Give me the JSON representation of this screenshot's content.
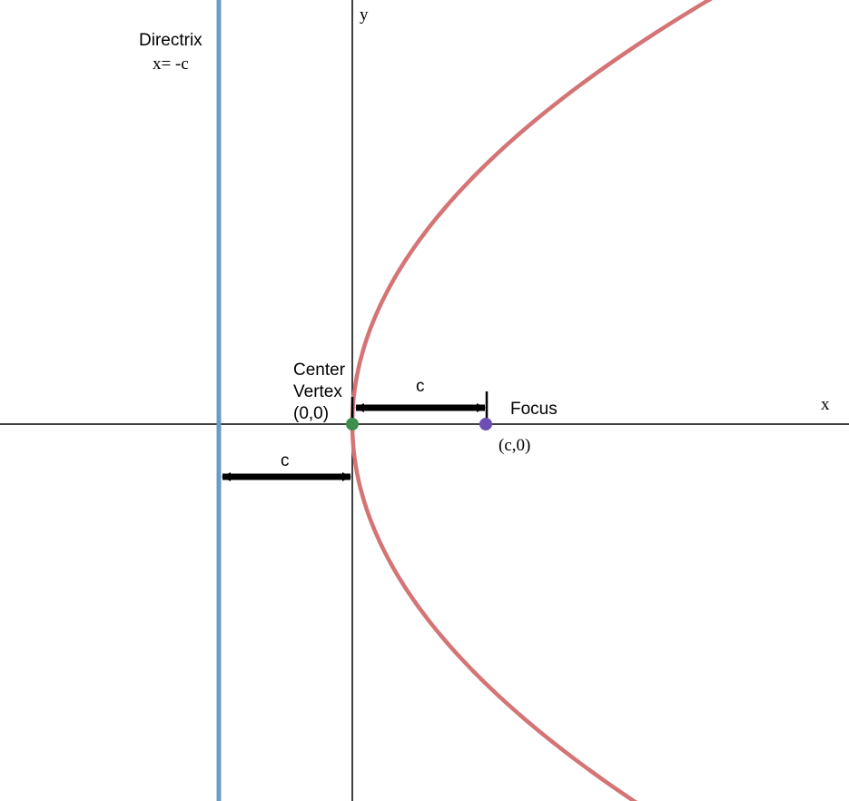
{
  "labels": {
    "y_axis": "y",
    "x_axis": "x",
    "directrix_title": "Directrix",
    "directrix_equation": "x= -c",
    "center": "Center",
    "vertex": "Vertex",
    "vertex_coords": "(0,0)",
    "focus": "Focus",
    "focus_coords": "(c,0)",
    "distance_vertex_focus": "c",
    "distance_directrix_vertex": "c"
  },
  "colors": {
    "parabola": "#d47474",
    "directrix": "#6b9bc9",
    "vertex_point": "#3e8f4f",
    "focus_point": "#6b4fb5",
    "axes": "#000000",
    "arrows": "#000000"
  }
}
